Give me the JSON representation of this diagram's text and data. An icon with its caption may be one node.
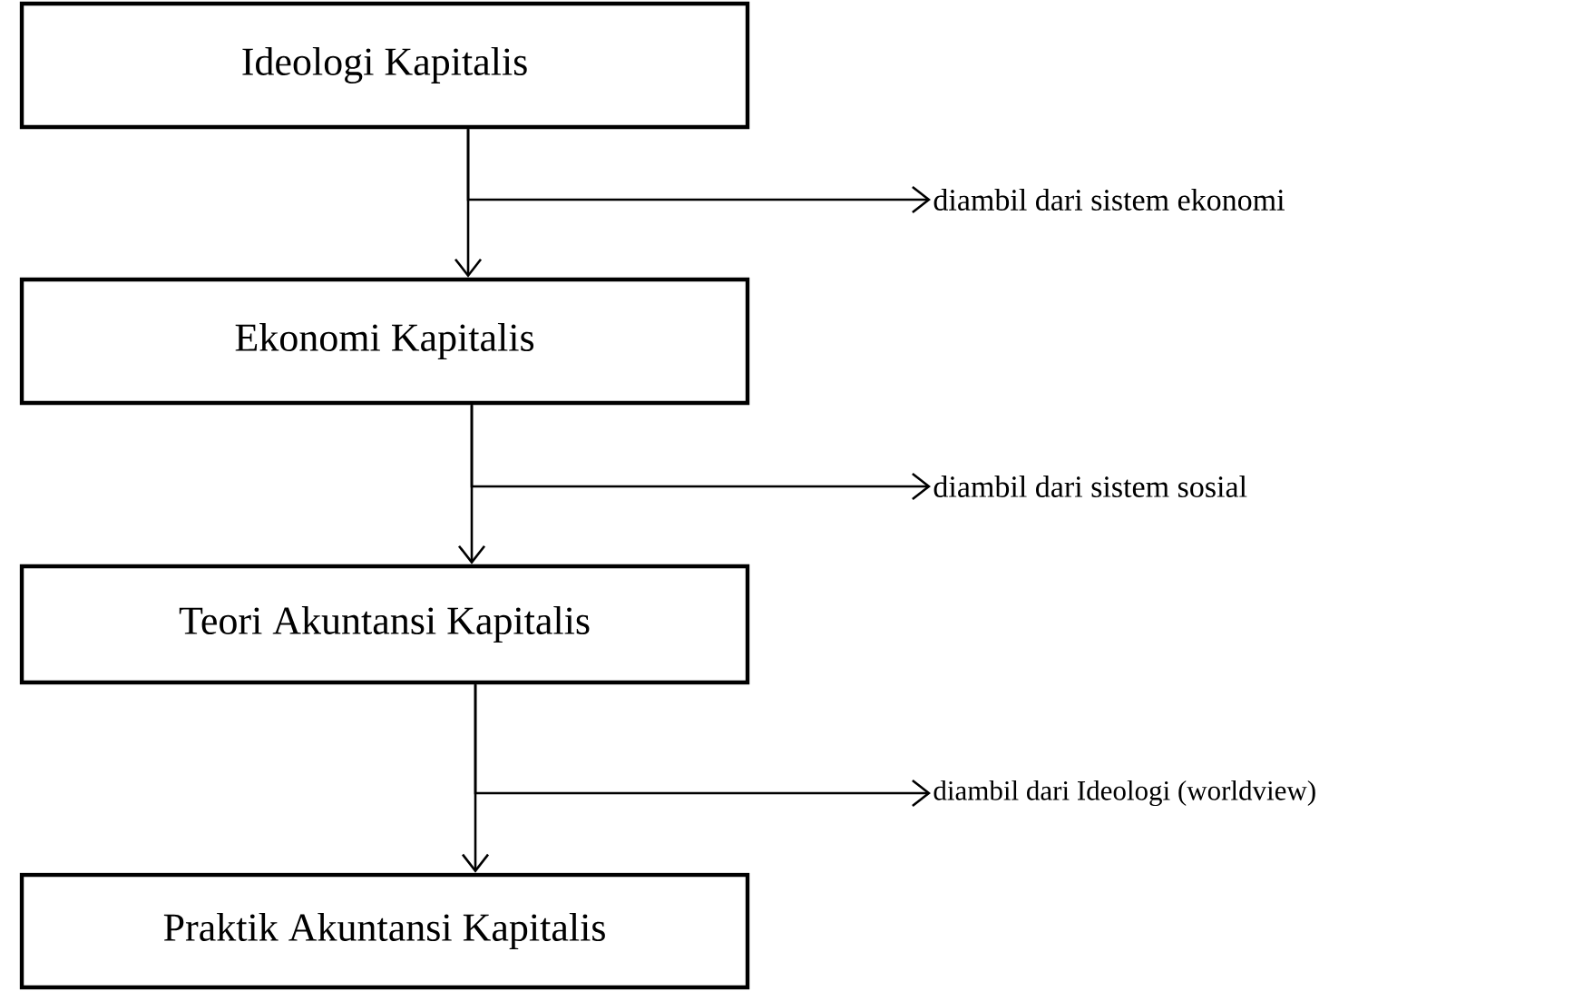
{
  "diagram": {
    "nodes": [
      {
        "text": [
          "Ideologi Kapitalis"
        ]
      },
      {
        "text": [
          "Ekonomi Kapitalis"
        ]
      },
      {
        "text": [
          "Teori Akuntansi Kapitalis"
        ]
      },
      {
        "text": [
          "Praktik Akuntansi Kapitalis"
        ]
      },
      {
        "text": [
          "diambil dari sistem ekonomi"
        ]
      },
      {
        "text": [
          "diambil dari sistem sosial"
        ]
      },
      {
        "text": [
          "diambil dari Ideologi (worldview)"
        ]
      }
    ],
    "edges": [
      {
        "from": 0,
        "to": 1,
        "arrow": "to"
      },
      {
        "from": 0,
        "to": 4,
        "arrow": "to"
      },
      {
        "from": 1,
        "to": 2,
        "arrow": "to"
      },
      {
        "from": 1,
        "to": 5,
        "arrow": "to"
      },
      {
        "from": 2,
        "to": 3,
        "arrow": "to"
      },
      {
        "from": 2,
        "to": 6,
        "arrow": "to"
      }
    ]
  }
}
